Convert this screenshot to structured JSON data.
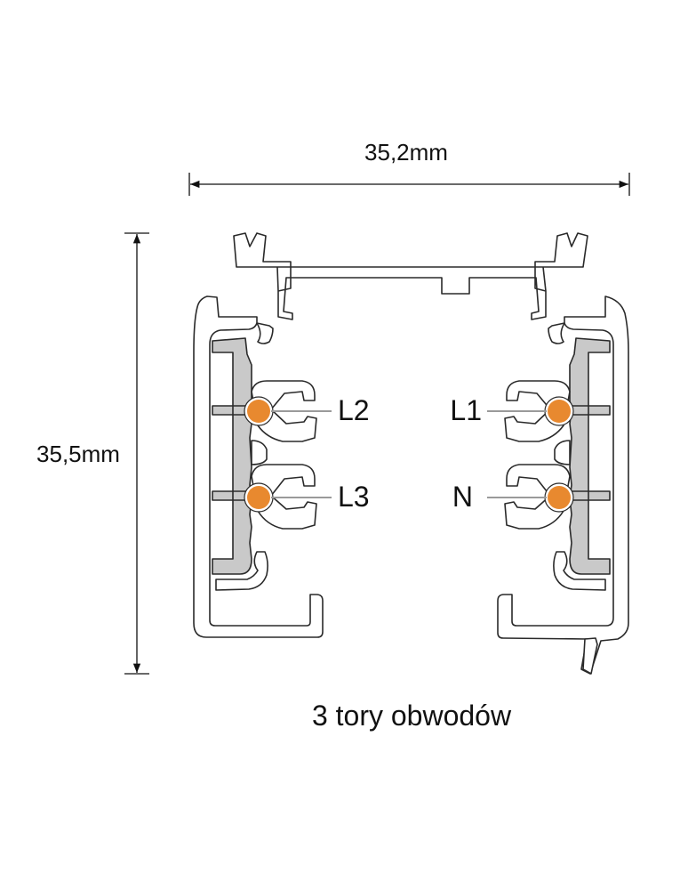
{
  "dimensions": {
    "width_label": "35,2mm",
    "height_label": "35,5mm"
  },
  "conductors": [
    {
      "label": "L2",
      "side": "left",
      "row": "upper"
    },
    {
      "label": "L3",
      "side": "left",
      "row": "lower"
    },
    {
      "label": "L1",
      "side": "right",
      "row": "upper"
    },
    {
      "label": "N",
      "side": "right",
      "row": "lower"
    }
  ],
  "caption": "3 tory obwodów",
  "colors": {
    "conductor": "#e8892f",
    "insulator": "#c9c9c9",
    "outline": "#2a2a2a",
    "leader": "#9a9a9a"
  }
}
